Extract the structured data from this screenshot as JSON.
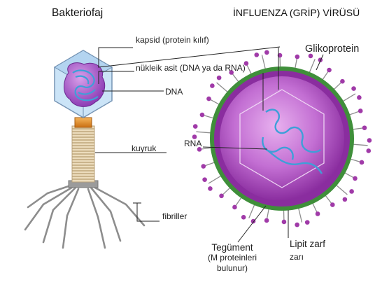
{
  "titles": {
    "bacteriophage": "Bakteriofaj",
    "influenza": "İNFLUENZA (GRİP) VİRÜSÜ"
  },
  "labels": {
    "capsid": "kapsid (protein kılıf)",
    "nucleic_acid": "nükleik asit (DNA ya da RNA)",
    "dna": "DNA",
    "tail": "kuyruk",
    "fibrils": "fibriller",
    "glycoprotein": "Glikoprotein",
    "rna": "RNA",
    "tegument_line1": "Tegüment",
    "tegument_line2": "(M proteinleri",
    "tegument_line3": "bulunur)",
    "lipid_line1": "Lipit zarf",
    "lipid_line2": "zarı"
  },
  "colors": {
    "capsid_fill": "#c9e3f7",
    "capsid_edge": "#6f8fb0",
    "head_core": "#a14fc4",
    "dna_strand": "#3e9fd8",
    "collar": "#e8902a",
    "tail_sheath": "#ecdcbc",
    "fibril": "#8d8d8d",
    "envelope_green": "#3f8f3a",
    "tegument_purple": "#8a2d9f",
    "core_violet": "#c36fd3",
    "spike_tip": "#a03aa8"
  }
}
